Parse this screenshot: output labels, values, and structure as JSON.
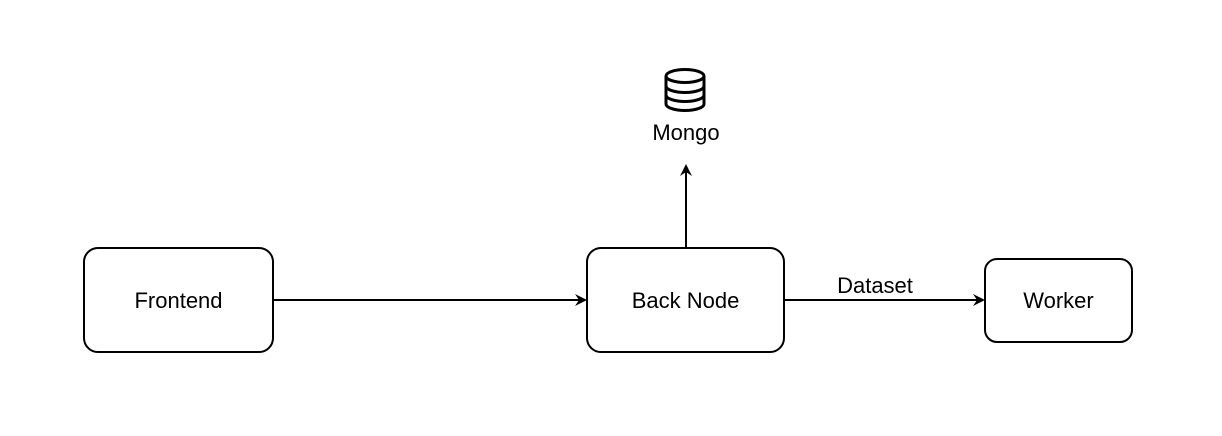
{
  "nodes": {
    "frontend": {
      "label": "Frontend"
    },
    "back_node": {
      "label": "Back Node"
    },
    "worker": {
      "label": "Worker"
    },
    "mongo": {
      "label": "Mongo",
      "icon": "database-icon"
    }
  },
  "edges": {
    "frontend_to_back": {
      "label": ""
    },
    "back_to_mongo": {
      "label": ""
    },
    "back_to_worker": {
      "label": "Dataset"
    }
  },
  "colors": {
    "stroke": "#000000",
    "fill": "#ffffff",
    "background": "#ffffff"
  }
}
